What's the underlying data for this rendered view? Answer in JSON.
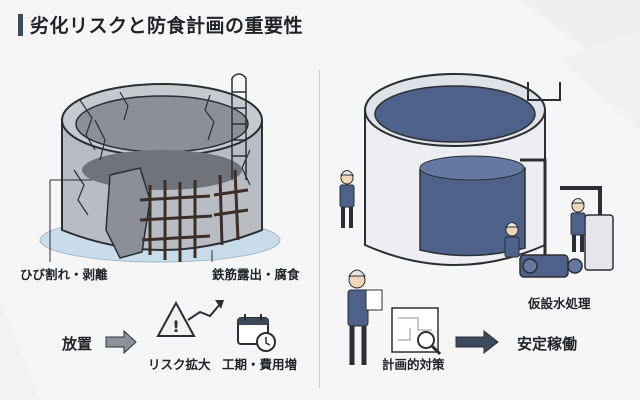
{
  "title": "劣化リスクと防食計画の重要性",
  "left": {
    "crack_label": "ひび割れ・剥離",
    "rebar_label": "鉄筋露出・腐食",
    "flow": {
      "neglect": "放置",
      "risk": "リスク拡大",
      "cost": "工期・費用増"
    }
  },
  "right": {
    "temp_label": "仮設水処理",
    "plan": "計画的対策",
    "result": "安定稼働"
  },
  "colors": {
    "accent": "#3c4a5e",
    "tank_blue": "#4e6289",
    "water": "#c9dcea",
    "concrete": "#b9bdc3"
  }
}
